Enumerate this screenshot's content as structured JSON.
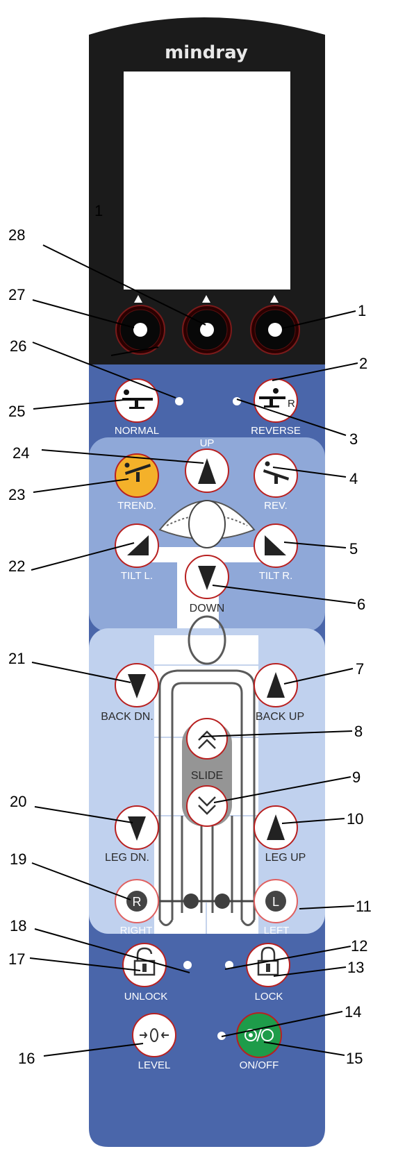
{
  "brand": "mindray",
  "labels": {
    "normal": "NORMAL",
    "reverse": "REVERSE",
    "up": "UP",
    "trend": "TREND.",
    "rev": "REV.",
    "tilt_l": "TILT L.",
    "tilt_r": "TILT R.",
    "down": "DOWN",
    "back_dn": "BACK DN.",
    "back_up": "BACK UP",
    "slide": "SLIDE",
    "leg_dn": "LEG DN.",
    "leg_up": "LEG UP",
    "right": "RIGHT",
    "left": "LEFT",
    "unlock": "UNLOCK",
    "lock": "LOCK",
    "level": "LEVEL",
    "on_off": "ON/OFF",
    "r_badge": "R",
    "l_badge": "L"
  },
  "callouts": [
    "1",
    "1",
    "2",
    "3",
    "4",
    "5",
    "6",
    "7",
    "8",
    "9",
    "10",
    "11",
    "12",
    "13",
    "14",
    "15",
    "16",
    "17",
    "18",
    "19",
    "20",
    "21",
    "22",
    "23",
    "24",
    "25",
    "26",
    "27",
    "28"
  ],
  "colors": {
    "top_panel": "#1b1b1b",
    "mid_panel": "#4a66aa",
    "light_panel": "#8fa8d8",
    "pale_panel": "#c0d1ee",
    "trend_button": "#f4b12a",
    "power_button": "#1e9c4a"
  }
}
